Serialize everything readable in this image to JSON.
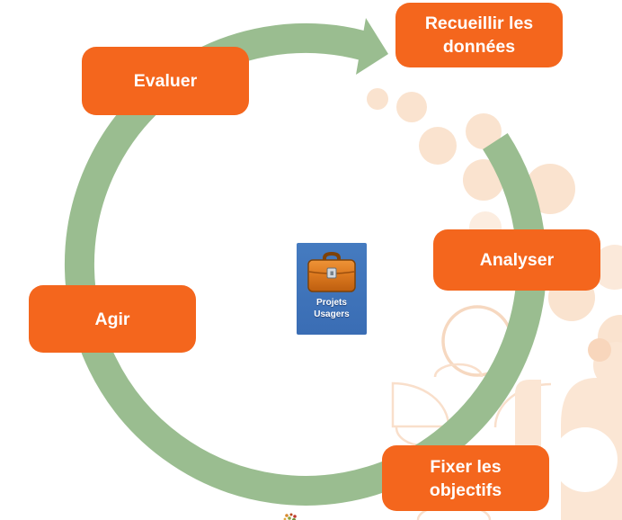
{
  "diagram": {
    "type": "cycle",
    "steps": [
      {
        "id": "recueillir",
        "label": "Recueillir les\ndonnées"
      },
      {
        "id": "analyser",
        "label": "Analyser"
      },
      {
        "id": "fixer",
        "label": "Fixer les\nobjectifs"
      },
      {
        "id": "agir",
        "label": "Agir"
      },
      {
        "id": "evaluer",
        "label": "Evaluer"
      }
    ],
    "center_icon": {
      "label": "Projets\nUsagers",
      "kind": "briefcase-desktop-icon"
    },
    "colors": {
      "step_fill": "#F4661D",
      "arrow_ring": "#9ABD90",
      "decor_peach": "#FBE6D4",
      "icon_bg": "#3E75C1"
    }
  }
}
